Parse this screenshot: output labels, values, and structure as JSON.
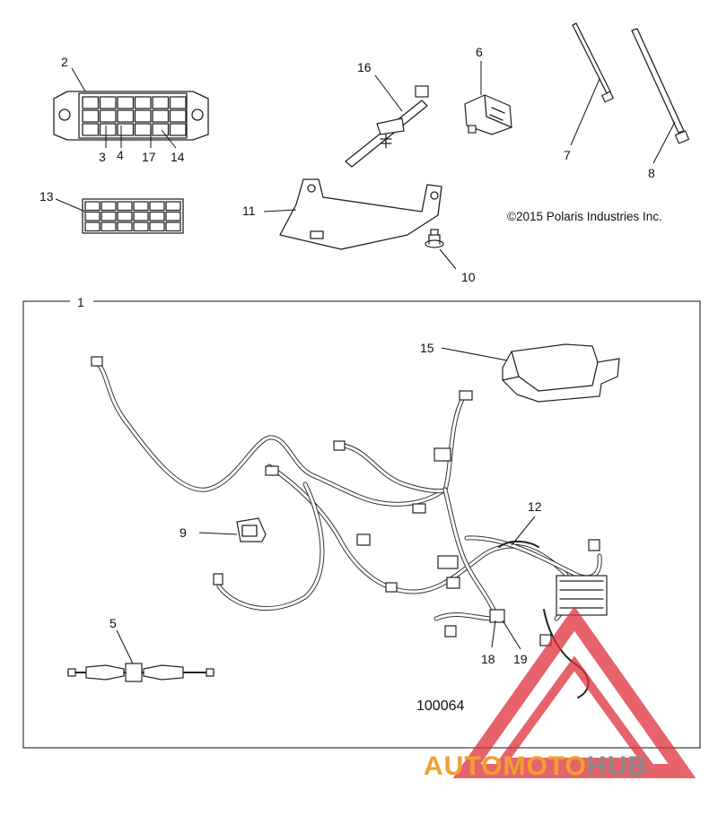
{
  "copyright": "©2015 Polaris Industries Inc.",
  "diagram_number": "100064",
  "watermark": {
    "brand_a": "AUTOMOTO",
    "brand_b": "HUB",
    "color_red": "#e0303a",
    "color_orange": "#f0a030",
    "color_gray": "#8a8a8a"
  },
  "callouts": {
    "c1": "1",
    "c2": "2",
    "c3": "3",
    "c4": "4",
    "c5": "5",
    "c6": "6",
    "c7": "7",
    "c8": "8",
    "c9": "9",
    "c10": "10",
    "c11": "11",
    "c12": "12",
    "c13": "13",
    "c14": "14",
    "c15": "15",
    "c16": "16",
    "c17": "17",
    "c18": "18",
    "c19": "19"
  }
}
